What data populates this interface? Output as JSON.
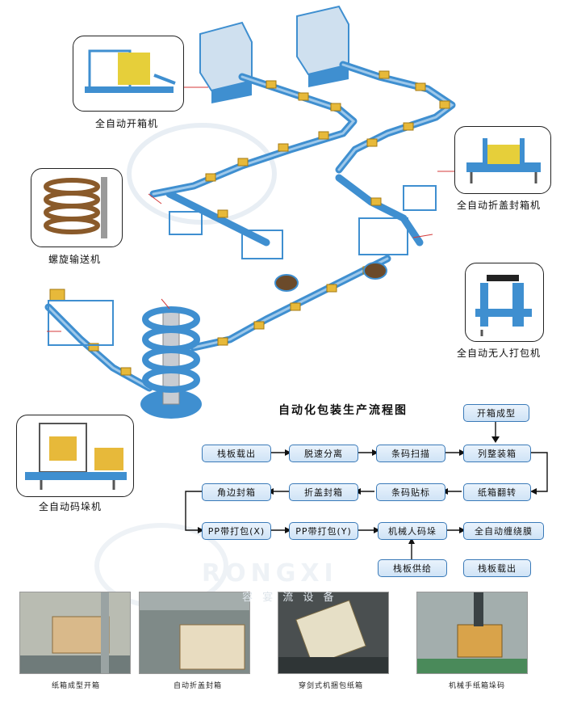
{
  "machines": {
    "auto_case_erector": "全自动开箱机",
    "spiral_conveyor": "螺旋输送机",
    "auto_case_sealer": "全自动折盖封箱机",
    "auto_strapper": "全自动无人打包机",
    "auto_palletizer": "全自动码垛机"
  },
  "flow": {
    "title": "自动化包装生产流程图",
    "top_box": "开箱成型",
    "row1": [
      "栈板载出",
      "脱速分离",
      "条码扫描",
      "列整装箱"
    ],
    "row2": [
      "角边封箱",
      "折盖封箱",
      "条码贴标",
      "纸箱翻转"
    ],
    "row3": [
      "PP带打包(X)",
      "PP带打包(Y)",
      "机械人码垛",
      "全自动缠绕膜"
    ],
    "row4": [
      "栈板供给",
      "栈板载出"
    ]
  },
  "photos": [
    {
      "caption": "纸箱成型开箱"
    },
    {
      "caption": "自动折盖封箱"
    },
    {
      "caption": "穿剑式机捆包纸箱"
    },
    {
      "caption": "机械手纸箱垛码"
    }
  ],
  "watermark": {
    "brand": "RONGXI",
    "cn": "容 宴 流 设 备"
  },
  "colors": {
    "conveyor": "#3f8fd0",
    "box": "#e7b93a",
    "flow_border": "#3a7ab8"
  }
}
